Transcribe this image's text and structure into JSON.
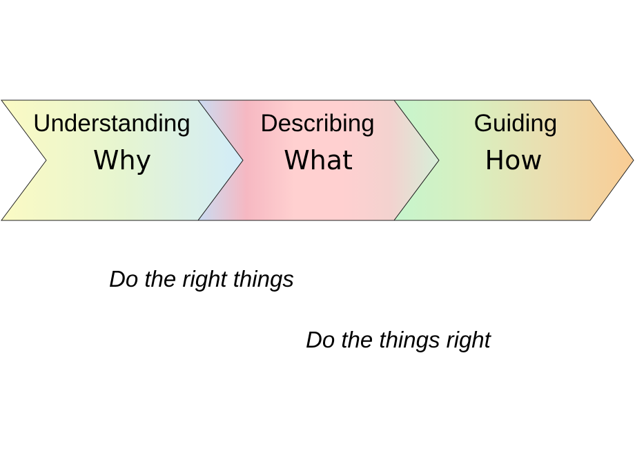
{
  "stages": [
    {
      "line1": "Understanding",
      "line2": "Why",
      "gradient": [
        "#fbfac4",
        "#e6f5d0",
        "#d2ecf9"
      ]
    },
    {
      "line1": "Describing",
      "line2": "What",
      "gradient": [
        "#c9dcf2",
        "#f6b8c2",
        "#ffd0d0",
        "#ffd0d0",
        "#f3d2cf",
        "#d6efd8"
      ]
    },
    {
      "line1": "Guiding",
      "line2": "How",
      "gradient": [
        "#c6f5cd",
        "#d9efbf",
        "#ecdcae",
        "#f9cc94"
      ]
    }
  ],
  "mottos": [
    "Do the right things",
    "Do the things right"
  ]
}
